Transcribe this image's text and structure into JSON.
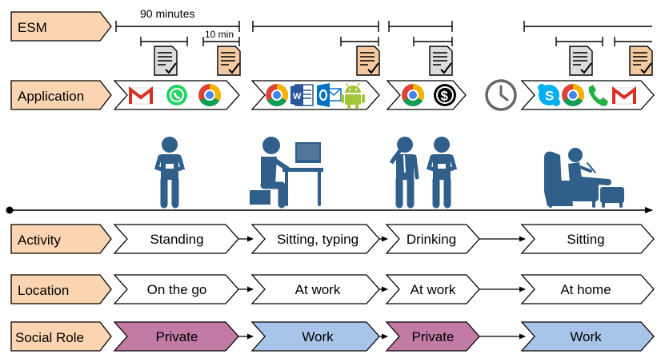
{
  "rows": {
    "esm": "ESM",
    "application": "Application",
    "activity": "Activity",
    "location": "Location",
    "social_role": "Social Role"
  },
  "timing": {
    "long_interval": "90 minutes",
    "short_interval": "10 min"
  },
  "segments": [
    {
      "activity": "Standing",
      "location": "On the go",
      "social_role": "Private",
      "apps": [
        "gmail-icon",
        "whatsapp-icon",
        "chrome-icon"
      ],
      "survey": "gray-survey-icon",
      "figure": "standing-person-icon"
    },
    {
      "activity": "Sitting, typing",
      "location": "At work",
      "social_role": "Work",
      "apps": [
        "chrome-icon",
        "word-icon",
        "outlook-icon",
        "android-icon"
      ],
      "survey": "orange-survey-icon",
      "figure": "desk-worker-icon"
    },
    {
      "activity": "Drinking",
      "location": "At work",
      "social_role": "Private",
      "apps": [
        "chrome-icon",
        "dollar-icon"
      ],
      "survey": "gray-survey-icon",
      "figure": "drinking-people-icon"
    },
    {
      "activity": "Sitting",
      "location": "At home",
      "social_role": "Work",
      "apps": [
        "skype-icon",
        "chrome-icon",
        "phone-icon",
        "gmail-icon"
      ],
      "survey": "orange-survey-icon",
      "figure": "armchair-person-icon"
    }
  ],
  "colors": {
    "label_fill": "#fbd5b2",
    "private_fill": "#c27ba4",
    "work_fill": "#a9c4e9",
    "figure": "#2f5f8a",
    "survey_orange": "#f5c9a0",
    "survey_gray": "#dcdcdc"
  }
}
